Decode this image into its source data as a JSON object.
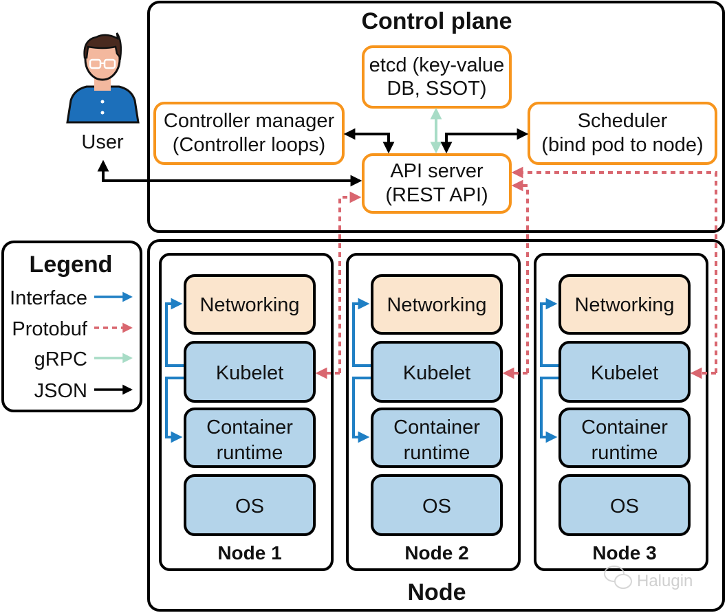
{
  "colors": {
    "json": "#000000",
    "interface": "#1f7fc4",
    "protobuf": "#d9666f",
    "grpc": "#a8dcc6",
    "control_box_border": "#f7951d",
    "networking_fill": "#fbe5cd",
    "component_fill": "#b4d4ea"
  },
  "user": {
    "label": "User",
    "icon": "user-avatar-icon"
  },
  "control_plane": {
    "title": "Control plane",
    "etcd": {
      "line1": "etcd (key-value",
      "line2": "DB, SSOT)"
    },
    "controller_manager": {
      "line1": "Controller manager",
      "line2": "(Controller loops)"
    },
    "scheduler": {
      "line1": "Scheduler",
      "line2": "(bind pod to node)"
    },
    "api_server": {
      "line1": "API server",
      "line2": "(REST API)"
    }
  },
  "legend": {
    "title": "Legend",
    "items": [
      {
        "label": "Interface",
        "style": "interface"
      },
      {
        "label": "Protobuf",
        "style": "protobuf"
      },
      {
        "label": "gRPC",
        "style": "grpc"
      },
      {
        "label": "JSON",
        "style": "json"
      }
    ]
  },
  "node_section": {
    "title": "Node",
    "nodes": [
      {
        "label": "Node 1",
        "networking": "Networking",
        "kubelet": "Kubelet",
        "runtime_line1": "Container",
        "runtime_line2": "runtime",
        "os": "OS"
      },
      {
        "label": "Node 2",
        "networking": "Networking",
        "kubelet": "Kubelet",
        "runtime_line1": "Container",
        "runtime_line2": "runtime",
        "os": "OS"
      },
      {
        "label": "Node 3",
        "networking": "Networking",
        "kubelet": "Kubelet",
        "runtime_line1": "Container",
        "runtime_line2": "runtime",
        "os": "OS"
      }
    ]
  },
  "watermark": "Halugin"
}
